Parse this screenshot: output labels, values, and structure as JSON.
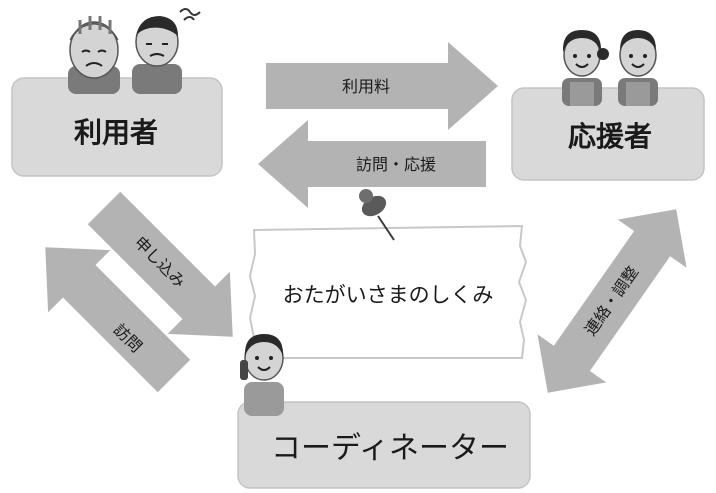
{
  "nodes": {
    "user": {
      "label": "利用者"
    },
    "supporter": {
      "label": "応援者"
    },
    "coordinator": {
      "label": "コーディネーター"
    }
  },
  "center_note": {
    "label": "おたがいさまのしくみ"
  },
  "arrows": {
    "fee": {
      "label": "利用料"
    },
    "visit_support": {
      "label": "訪問・応援"
    },
    "apply": {
      "label": "申し込み"
    },
    "visit": {
      "label": "訪問"
    },
    "contact_adjust": {
      "label": "連絡・調整"
    }
  },
  "colors": {
    "box_fill": "#d9d9d9",
    "box_stroke": "#c4c4c4",
    "arrow_fill": "#b3b3b3",
    "note_fill": "#ffffff",
    "note_stroke": "#c8c8c8",
    "pin": "#5a5a5a",
    "person_skin": "#d4d4d4",
    "person_hair": "#2a2a2a",
    "person_clothes": "#7a7a7a"
  }
}
